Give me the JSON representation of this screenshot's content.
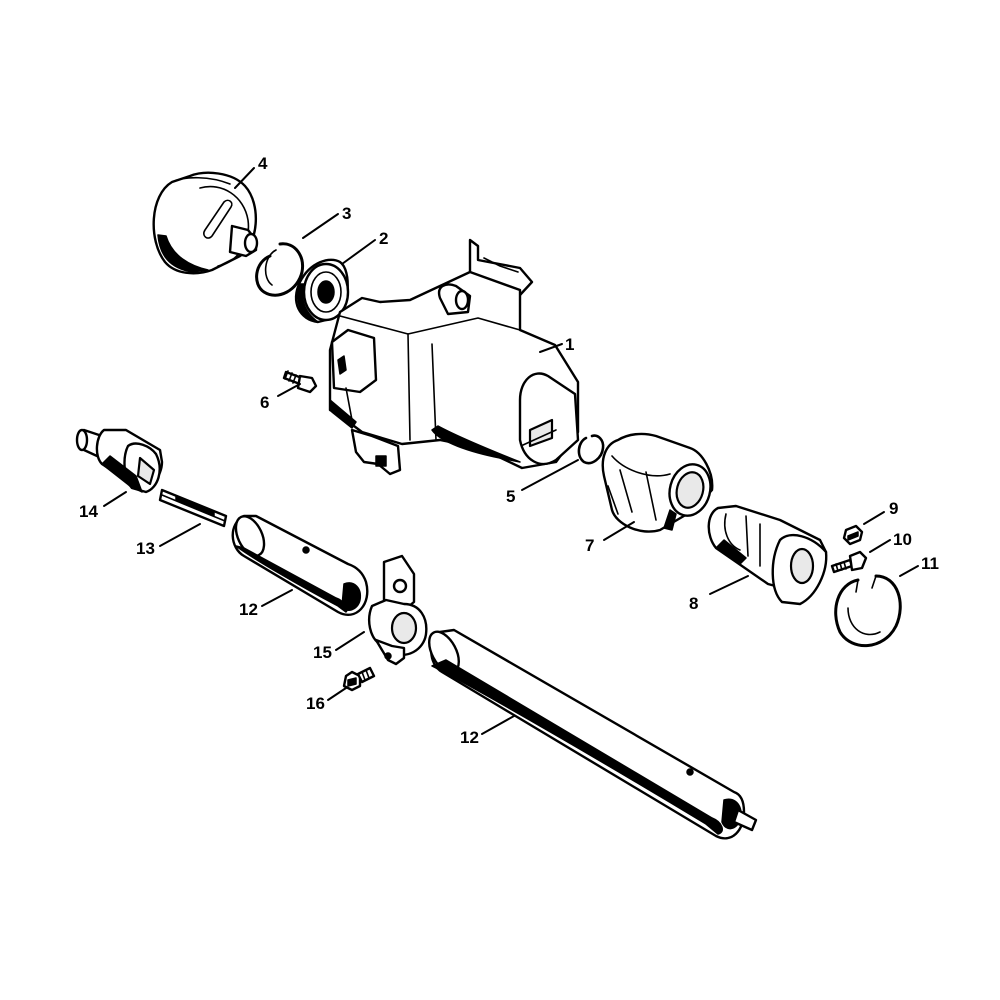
{
  "diagram": {
    "callouts": [
      "1",
      "2",
      "3",
      "4",
      "5",
      "6",
      "7",
      "8",
      "9",
      "10",
      "11",
      "12",
      "12",
      "13",
      "14",
      "15",
      "16"
    ]
  }
}
